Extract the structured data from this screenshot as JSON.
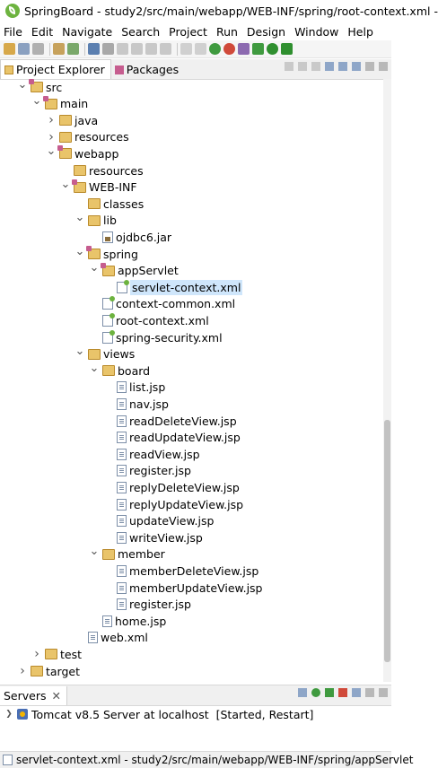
{
  "window": {
    "title": "SpringBoard - study2/src/main/webapp/WEB-INF/spring/root-context.xml -"
  },
  "menu": [
    "File",
    "Edit",
    "Navigate",
    "Search",
    "Project",
    "Run",
    "Design",
    "Window",
    "Help"
  ],
  "tabs": {
    "project_explorer": "Project Explorer",
    "packages": "Packages"
  },
  "tree": [
    {
      "label": "src",
      "depth": 0,
      "twisty": "open",
      "icon": "pkg"
    },
    {
      "label": "main",
      "depth": 1,
      "twisty": "open",
      "icon": "pkg"
    },
    {
      "label": "java",
      "depth": 2,
      "twisty": "closed",
      "icon": "folder"
    },
    {
      "label": "resources",
      "depth": 2,
      "twisty": "closed",
      "icon": "folder"
    },
    {
      "label": "webapp",
      "depth": 2,
      "twisty": "open",
      "icon": "pkg"
    },
    {
      "label": "resources",
      "depth": 3,
      "twisty": "none",
      "icon": "folder"
    },
    {
      "label": "WEB-INF",
      "depth": 3,
      "twisty": "open",
      "icon": "pkg"
    },
    {
      "label": "classes",
      "depth": 4,
      "twisty": "none",
      "icon": "folder"
    },
    {
      "label": "lib",
      "depth": 4,
      "twisty": "open",
      "icon": "folder"
    },
    {
      "label": "ojdbc6.jar",
      "depth": 5,
      "twisty": "none",
      "icon": "jar"
    },
    {
      "label": "spring",
      "depth": 4,
      "twisty": "open",
      "icon": "pkg"
    },
    {
      "label": "appServlet",
      "depth": 5,
      "twisty": "open",
      "icon": "pkg"
    },
    {
      "label": "servlet-context.xml",
      "depth": 6,
      "twisty": "none",
      "icon": "xml",
      "selected": true
    },
    {
      "label": "context-common.xml",
      "depth": 5,
      "twisty": "none",
      "icon": "xml"
    },
    {
      "label": "root-context.xml",
      "depth": 5,
      "twisty": "none",
      "icon": "xml"
    },
    {
      "label": "spring-security.xml",
      "depth": 5,
      "twisty": "none",
      "icon": "xml"
    },
    {
      "label": "views",
      "depth": 4,
      "twisty": "open",
      "icon": "folder"
    },
    {
      "label": "board",
      "depth": 5,
      "twisty": "open",
      "icon": "folder"
    },
    {
      "label": "list.jsp",
      "depth": 6,
      "twisty": "none",
      "icon": "jsp"
    },
    {
      "label": "nav.jsp",
      "depth": 6,
      "twisty": "none",
      "icon": "jsp"
    },
    {
      "label": "readDeleteView.jsp",
      "depth": 6,
      "twisty": "none",
      "icon": "jsp"
    },
    {
      "label": "readUpdateView.jsp",
      "depth": 6,
      "twisty": "none",
      "icon": "jsp"
    },
    {
      "label": "readView.jsp",
      "depth": 6,
      "twisty": "none",
      "icon": "jsp"
    },
    {
      "label": "register.jsp",
      "depth": 6,
      "twisty": "none",
      "icon": "jsp"
    },
    {
      "label": "replyDeleteView.jsp",
      "depth": 6,
      "twisty": "none",
      "icon": "jsp"
    },
    {
      "label": "replyUpdateView.jsp",
      "depth": 6,
      "twisty": "none",
      "icon": "jsp"
    },
    {
      "label": "updateView.jsp",
      "depth": 6,
      "twisty": "none",
      "icon": "jsp"
    },
    {
      "label": "writeView.jsp",
      "depth": 6,
      "twisty": "none",
      "icon": "jsp"
    },
    {
      "label": "member",
      "depth": 5,
      "twisty": "open",
      "icon": "folder"
    },
    {
      "label": "memberDeleteView.jsp",
      "depth": 6,
      "twisty": "none",
      "icon": "jsp"
    },
    {
      "label": "memberUpdateView.jsp",
      "depth": 6,
      "twisty": "none",
      "icon": "jsp"
    },
    {
      "label": "register.jsp",
      "depth": 6,
      "twisty": "none",
      "icon": "jsp"
    },
    {
      "label": "home.jsp",
      "depth": 5,
      "twisty": "none",
      "icon": "jsp"
    },
    {
      "label": "web.xml",
      "depth": 4,
      "twisty": "none",
      "icon": "jsp"
    },
    {
      "label": "test",
      "depth": 1,
      "twisty": "closed",
      "icon": "folder"
    },
    {
      "label": "target",
      "depth": 0,
      "twisty": "closed",
      "icon": "folder"
    }
  ],
  "servers": {
    "tab_label": "Servers",
    "server_name": "Tomcat v8.5 Server at localhost",
    "server_state": "[Started, Restart]"
  },
  "status": {
    "text": "servlet-context.xml - study2/src/main/webapp/WEB-INF/spring/appServlet"
  },
  "colors": {
    "selection": "#cfe6fb",
    "spring_green": "#6db33f",
    "folder": "#e9c46a"
  }
}
